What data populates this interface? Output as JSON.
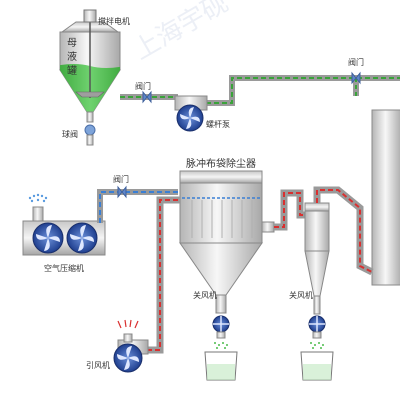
{
  "labels": {
    "mother_liquor_tank": "母液罐",
    "stirring_motor": "搅拌电机",
    "valve_1": "阀门",
    "valve_2": "阀门",
    "valve_3": "阀门",
    "ball_valve": "球阀",
    "screw_pump": "螺杆泵",
    "pulse_bag_filter": "脉冲布袋除尘器",
    "air_compressor": "空气压缩机",
    "induced_fan": "引风机",
    "air_lock_1": "关风机",
    "air_lock_2": "关风机"
  },
  "colors": {
    "liquid": "#4cbc4c",
    "pipe_dash_green": "#3aa33a",
    "pipe_dash_blue": "#3a7fd4",
    "pipe_dash_red": "#d93030",
    "metal_light": "#f2f2f2",
    "metal_dark": "#9a9a9a",
    "fan_blue": "#2a4fa0"
  },
  "watermark": "上海宇砚"
}
